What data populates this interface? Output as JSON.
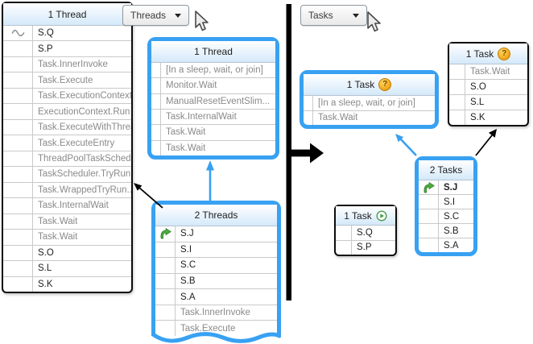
{
  "colors": {
    "accent_blue": "#38a1f2",
    "box_border_black": "#0c0c0c",
    "dim_text": "#8a8a8a",
    "text": "#1e1e1e",
    "header_gradient_top": "#ffffff",
    "header_gradient_bottom": "#d4e9fa",
    "green_arrow_icon": "#4caf3f",
    "question_badge": "#f2a71d"
  },
  "dropdowns": {
    "threads": {
      "label": "Threads"
    },
    "tasks": {
      "label": "Tasks"
    }
  },
  "boxes": {
    "main_thread_panel": {
      "title": "1 Thread",
      "rows": [
        {
          "text": "S.Q",
          "icon": "wave"
        },
        {
          "text": "S.P"
        },
        {
          "text": "Task.InnerInvoke",
          "dim": true
        },
        {
          "text": "Task.Execute",
          "dim": true
        },
        {
          "text": "Task.ExecutionContext...",
          "dim": true
        },
        {
          "text": "ExecutionContext.Run",
          "dim": true
        },
        {
          "text": "Task.ExecuteWithThrea...",
          "dim": true
        },
        {
          "text": "Task.ExecuteEntry",
          "dim": true
        },
        {
          "text": "ThreadPoolTaskSched...",
          "dim": true
        },
        {
          "text": "TaskScheduler.TryRun...",
          "dim": true
        },
        {
          "text": "Task.WrappedTryRun...",
          "dim": true
        },
        {
          "text": "Task.InternalWait",
          "dim": true
        },
        {
          "text": "Task.Wait",
          "dim": true
        },
        {
          "text": "Task.Wait",
          "dim": true
        },
        {
          "text": "S.O"
        },
        {
          "text": "S.L"
        },
        {
          "text": "S.K"
        }
      ]
    },
    "waiting_thread": {
      "title": "1 Thread",
      "rows": [
        {
          "text": "[In a sleep, wait, or join]",
          "dim": true
        },
        {
          "text": "Monitor.Wait",
          "dim": true
        },
        {
          "text": "ManualResetEventSlim...",
          "dim": true
        },
        {
          "text": "Task.InternalWait",
          "dim": true
        },
        {
          "text": "Task.Wait",
          "dim": true
        },
        {
          "text": "Task.Wait",
          "dim": true
        }
      ]
    },
    "two_threads": {
      "title": "2 Threads",
      "rows": [
        {
          "text": "S.J",
          "icon": "green-arrow"
        },
        {
          "text": "S.I"
        },
        {
          "text": "S.C"
        },
        {
          "text": "S.B"
        },
        {
          "text": "S.A"
        },
        {
          "text": "Task.InnerInvoke",
          "dim": true
        },
        {
          "text": "Task.Execute",
          "dim": true
        }
      ]
    },
    "waiting_task": {
      "title": "1 Task",
      "badge": "question",
      "rows": [
        {
          "text": "[In a sleep, wait, or join]",
          "dim": true
        },
        {
          "text": "Task.Wait",
          "dim": true
        }
      ]
    },
    "scheduled_task": {
      "title": "1 Task",
      "badge": "question",
      "rows": [
        {
          "text": "Task.Wait",
          "dim": true
        },
        {
          "text": "S.O"
        },
        {
          "text": "S.L"
        },
        {
          "text": "S.K"
        }
      ]
    },
    "running_task": {
      "title": "1 Task",
      "badge": "play",
      "rows": [
        {
          "text": "S.Q"
        },
        {
          "text": "S.P"
        }
      ]
    },
    "two_tasks": {
      "title": "2 Tasks",
      "rows": [
        {
          "text": "S.J",
          "icon": "green-arrow",
          "bold": true
        },
        {
          "text": "S.I"
        },
        {
          "text": "S.C"
        },
        {
          "text": "S.B"
        },
        {
          "text": "S.A"
        }
      ]
    }
  }
}
